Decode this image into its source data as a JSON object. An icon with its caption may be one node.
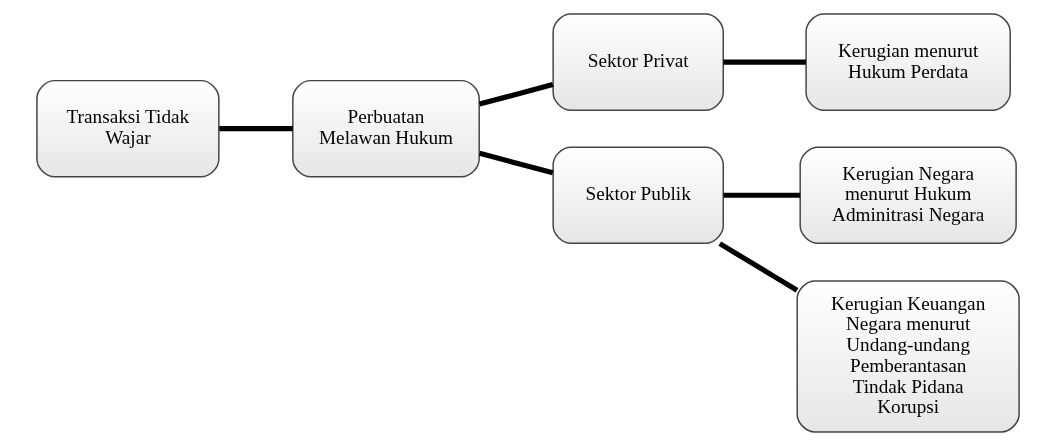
{
  "diagram": {
    "nodes": [
      {
        "text": [
          "Transaksi Tidak Wajar"
        ]
      },
      {
        "text": [
          "Perbuatan Melawan Hukum"
        ]
      },
      {
        "text": [
          "Sektor Privat"
        ]
      },
      {
        "text": [
          "Sektor Publik"
        ]
      },
      {
        "text": [
          "Kerugian menurut Hukum Perdata"
        ]
      },
      {
        "text": [
          "Kerugian Negara menurut Hukum Adminitrasi Negara"
        ]
      },
      {
        "text": [
          "Kerugian Keuangan Negara menurut Undang-undang Pemberantasan Tindak Pidana Korupsi"
        ]
      }
    ],
    "edges": [
      {
        "from": 0,
        "to": 1,
        "arrow": "none"
      },
      {
        "from": 1,
        "to": 2,
        "arrow": "none"
      },
      {
        "from": 1,
        "to": 3,
        "arrow": "none"
      },
      {
        "from": 2,
        "to": 4,
        "arrow": "none"
      },
      {
        "from": 3,
        "to": 5,
        "arrow": "none"
      },
      {
        "from": 3,
        "to": 6,
        "arrow": "none"
      }
    ]
  }
}
